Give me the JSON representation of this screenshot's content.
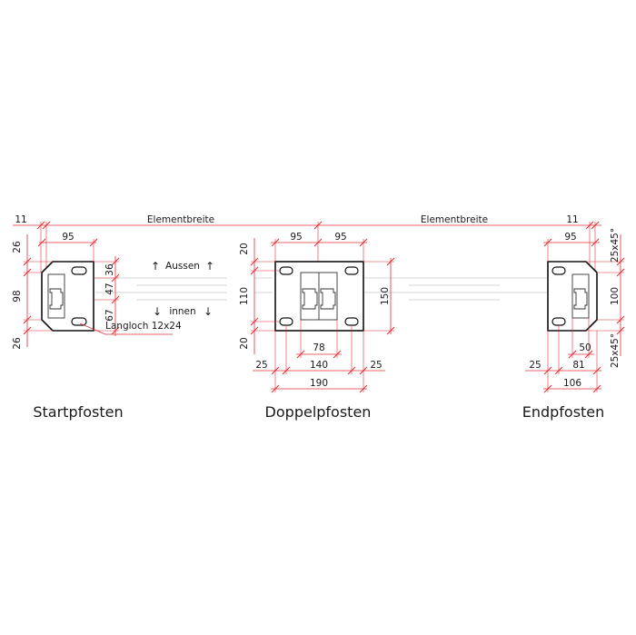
{
  "overall": {
    "label_left": "Elementbreite",
    "label_right": "Elementbreite",
    "offset_left": "11",
    "offset_right": "11"
  },
  "start": {
    "title": "Startpfosten",
    "width": "95",
    "top": "26",
    "middle": "98",
    "bottom": "26",
    "r_upper": "36",
    "r_mid": "47",
    "r_lower": "67",
    "slot_label": "Langloch 12x24"
  },
  "orientation": {
    "outside": "Aussen",
    "inside": "innen",
    "arrow_up": "↑",
    "arrow_down": "↓"
  },
  "double": {
    "title": "Doppelpfosten",
    "w_left": "95",
    "w_right": "95",
    "top": "20",
    "middle": "110",
    "bottom": "20",
    "height": "150",
    "inner": "78",
    "hole_spacing": "140",
    "edge_left": "25",
    "edge_right": "25",
    "total": "190"
  },
  "end": {
    "title": "Endpfosten",
    "width": "95",
    "chamfer_top": "25x45°",
    "height": "100",
    "chamfer_bottom": "25x45°",
    "inner": "50",
    "edge": "25",
    "hole_to_edge": "81",
    "total": "106"
  }
}
